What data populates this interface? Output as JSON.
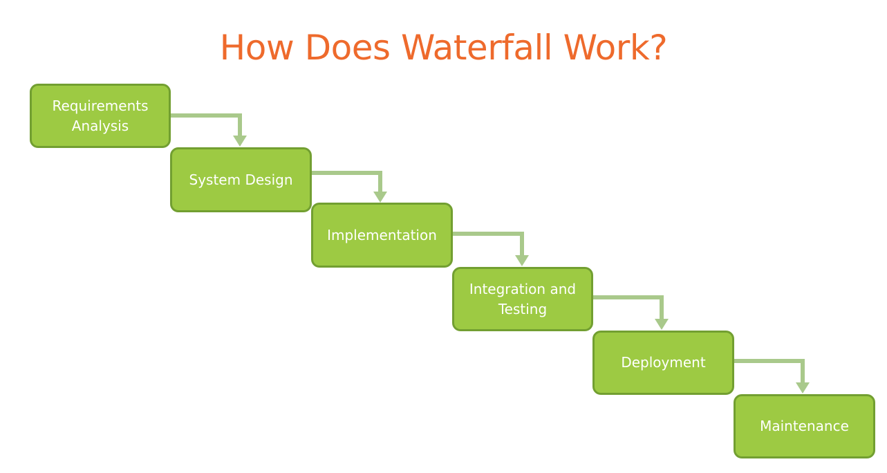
{
  "title": "How Does Waterfall Work?",
  "steps": [
    {
      "label": "Requirements Analysis"
    },
    {
      "label": "System Design"
    },
    {
      "label": "Implementation"
    },
    {
      "label": "Integration and Testing"
    },
    {
      "label": "Deployment"
    },
    {
      "label": "Maintenance"
    }
  ],
  "colors": {
    "title": "#ee6a2c",
    "box": "#9dca43",
    "border": "#729f31",
    "arrow": "#a9c98b"
  }
}
